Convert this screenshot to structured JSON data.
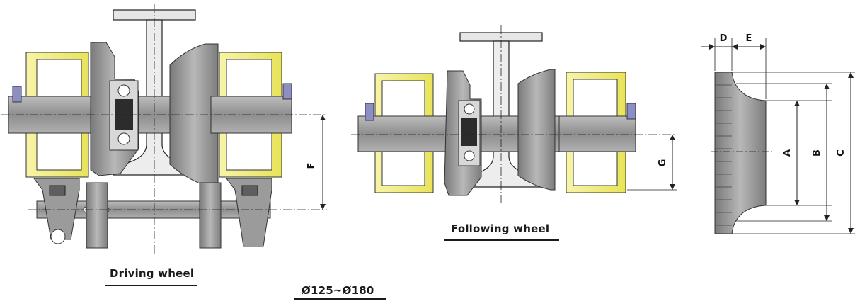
{
  "captions": {
    "driving": "Driving wheel",
    "following": "Following wheel",
    "size_range": "Ø125~Ø180"
  },
  "dimensions": {
    "A": "A",
    "B": "B",
    "C": "C",
    "D": "D",
    "E": "E",
    "F": "F",
    "G": "G"
  },
  "colors": {
    "metal": "#9a9a9a",
    "metal_dark": "#6f6f6f",
    "metal_light": "#c9c9c9",
    "yellow": "#f3f08a",
    "bolt": "#8d8fc4",
    "line": "#1f1f1f"
  }
}
